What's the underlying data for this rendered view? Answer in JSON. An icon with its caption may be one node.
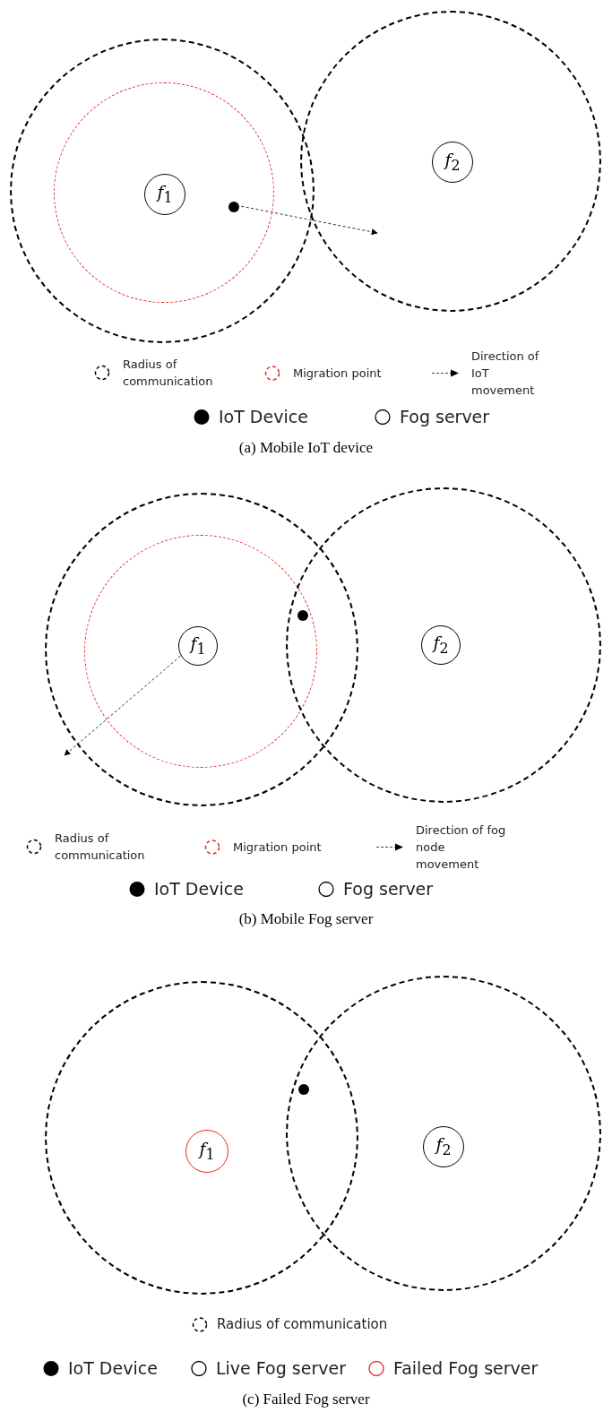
{
  "diagram": {
    "nodes": [
      {
        "text": [],
        "shape": "circle"
      },
      {
        "text": [],
        "shape": "circle",
        "in": 0
      },
      {
        "text": [
          "*f*$_{1}$"
        ],
        "in": 1
      },
      {
        "text": [],
        "shape": "circle"
      },
      {
        "text": [
          "*f*$_{2}$"
        ],
        "in": 3
      },
      {
        "text": [],
        "shape": "circle",
        "in": 1
      },
      {
        "text": [],
        "shape": "circle"
      },
      {
        "text": [],
        "shape": "circle",
        "in": 6
      },
      {
        "text": [
          "*f*$_{1}$"
        ],
        "in": 7
      },
      {
        "text": [],
        "shape": "circle"
      },
      {
        "text": [
          "*f*$_{2}$"
        ],
        "in": 9
      },
      {
        "text": [],
        "shape": "circle"
      },
      {
        "text": [],
        "shape": "circle"
      },
      {
        "text": [
          "*f*$_{1}$"
        ],
        "in": 12
      },
      {
        "text": [],
        "shape": "circle"
      },
      {
        "text": [
          "*f*$_{2}$"
        ],
        "in": 14
      },
      {
        "text": [],
        "shape": "circle"
      }
    ],
    "edges": [
      {
        "from": 5,
        "to": null,
        "arrow": "to",
        "style": "dashed"
      },
      {
        "from": 8,
        "to": null,
        "arrow": "to",
        "style": "dashed"
      }
    ],
    "labels": [
      "(a) Mobile IoT device",
      "(b) Mobile Fog server",
      "(c) Failed Fog server"
    ],
    "legend": [
      {
        "text": "Radius of communication"
      },
      {
        "text": "Migration point"
      },
      {
        "text": "Direction of IoT movement"
      },
      {
        "text": "IoT Device"
      },
      {
        "text": "Fog server"
      },
      {
        "text": "Radius of communication"
      },
      {
        "text": "Migration point"
      },
      {
        "text": "Direction of fog node movement"
      },
      {
        "text": "IoT Device"
      },
      {
        "text": "Fog server"
      },
      {
        "text": "Radius of communication"
      },
      {
        "text": "IoT Device"
      },
      {
        "text": "Live Fog server"
      },
      {
        "text": "Failed Fog server"
      }
    ]
  }
}
